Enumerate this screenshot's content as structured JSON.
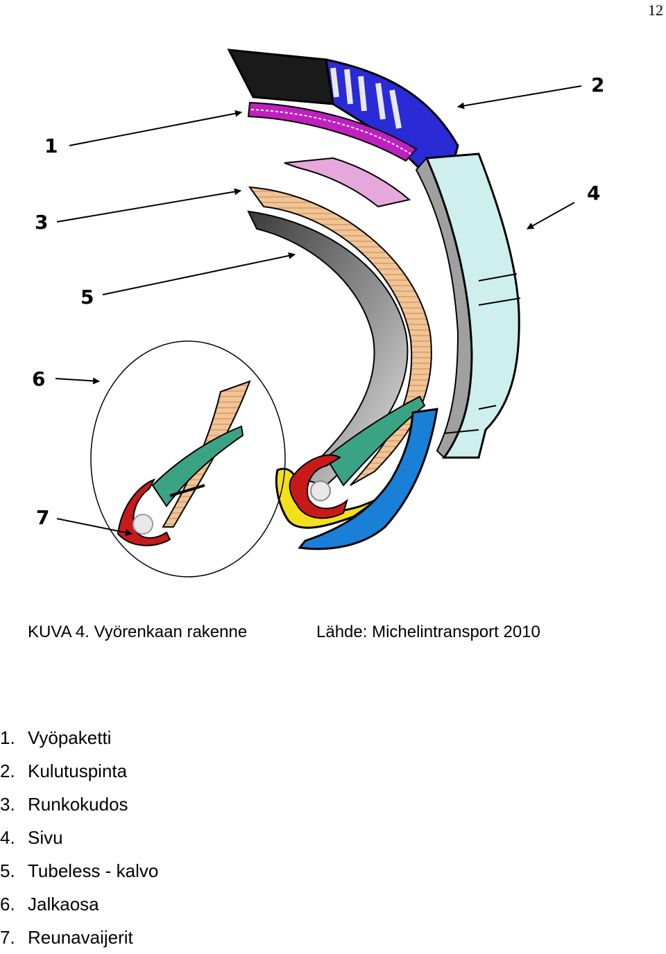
{
  "page_number": "12",
  "caption": {
    "title": "KUVA 4. Vyörenkaan rakenne",
    "source": "Lähde: Michelintransport 2010"
  },
  "labels": [
    "1",
    "2",
    "3",
    "4",
    "5",
    "6",
    "7"
  ],
  "legend": [
    {
      "num": "1.",
      "text": "Vyöpaketti"
    },
    {
      "num": "2.",
      "text": "Kulutuspinta"
    },
    {
      "num": "3.",
      "text": "Runkokudos"
    },
    {
      "num": "4.",
      "text": "Sivu"
    },
    {
      "num": "5.",
      "text": "Tubeless - kalvo"
    },
    {
      "num": "6.",
      "text": "Jalkaosa"
    },
    {
      "num": "7.",
      "text": "Reunavaijerit"
    }
  ],
  "colors": {
    "tread_dark": "#1a1a1a",
    "tread_blue": "#2a2ad6",
    "belt_magenta": "#c020c0",
    "belt_pink": "#e6a8dc",
    "carcass": "#f2c494",
    "liner": "#6e6e6e",
    "sidewall": "#cfeeee",
    "sidewall_grey": "#a0a0a0",
    "rim_blue": "#1a7fd6",
    "bead_green": "#3aa384",
    "bead_red": "#c81a1a",
    "yellow": "#f4e01a"
  }
}
